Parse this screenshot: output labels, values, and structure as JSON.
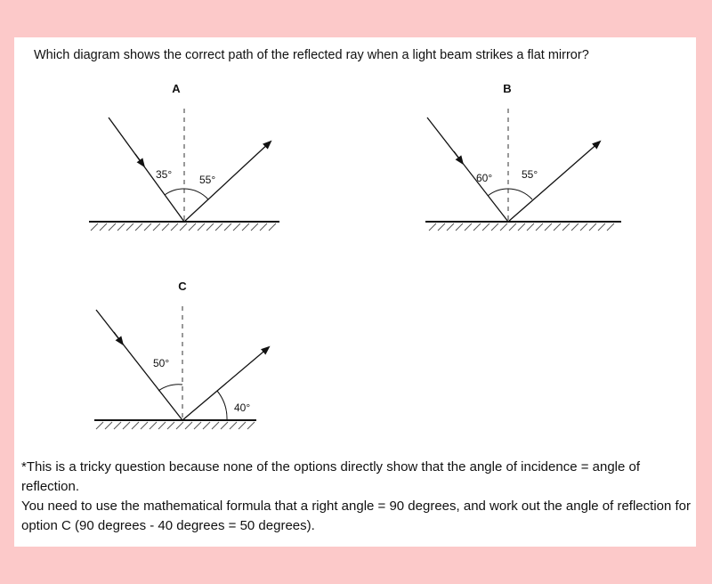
{
  "question": "Which diagram shows the correct path of the reflected ray when a light beam strikes a flat mirror?",
  "diagrams": [
    {
      "label": "A",
      "incidence_label": "35°",
      "reflection_label": "55°"
    },
    {
      "label": "B",
      "incidence_label": "60°",
      "reflection_label": "55°"
    },
    {
      "label": "C",
      "incidence_label": "50°",
      "mirror_angle_label": "40°"
    }
  ],
  "note": {
    "line1": "*This is a tricky question because none of the options directly show that the angle of incidence = angle of reflection.",
    "line2": "You need to use the mathematical formula that a right angle = 90 degrees, and work out the angle of reflection for option C (90 degrees - 40 degrees = 50 degrees)."
  }
}
